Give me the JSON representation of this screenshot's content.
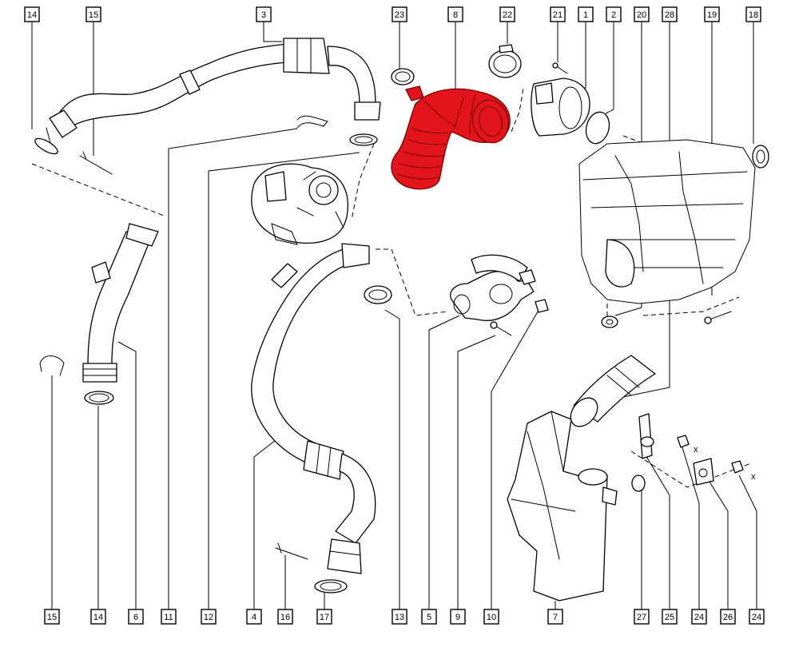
{
  "highlight_color": "#e3141b",
  "callouts_top": [
    "14",
    "15",
    "3",
    "23",
    "8",
    "22",
    "21",
    "1",
    "2",
    "20",
    "28",
    "19",
    "18"
  ],
  "callouts_bottom": [
    "15",
    "14",
    "6",
    "11",
    "12",
    "4",
    "16",
    "17",
    "13",
    "5",
    "9",
    "10",
    "7",
    "27",
    "25",
    "24",
    "26",
    "24"
  ],
  "markers": [
    "x",
    "x"
  ]
}
